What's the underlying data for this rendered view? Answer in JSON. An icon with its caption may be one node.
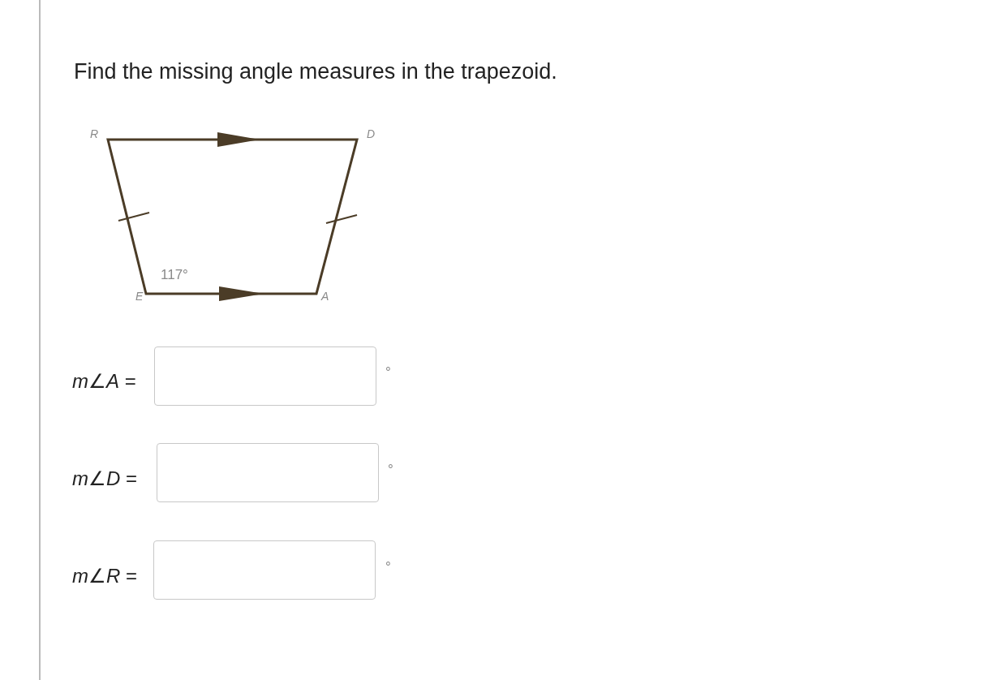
{
  "diagram": {
    "title": "Find the missing angle measures in the trapezoid.",
    "labels": [
      "R",
      "D",
      "117°",
      "E",
      "A",
      "*m*∠*A* =",
      "°",
      "*m*∠*D* =",
      "°",
      "*m*∠*R* =",
      "°"
    ]
  }
}
